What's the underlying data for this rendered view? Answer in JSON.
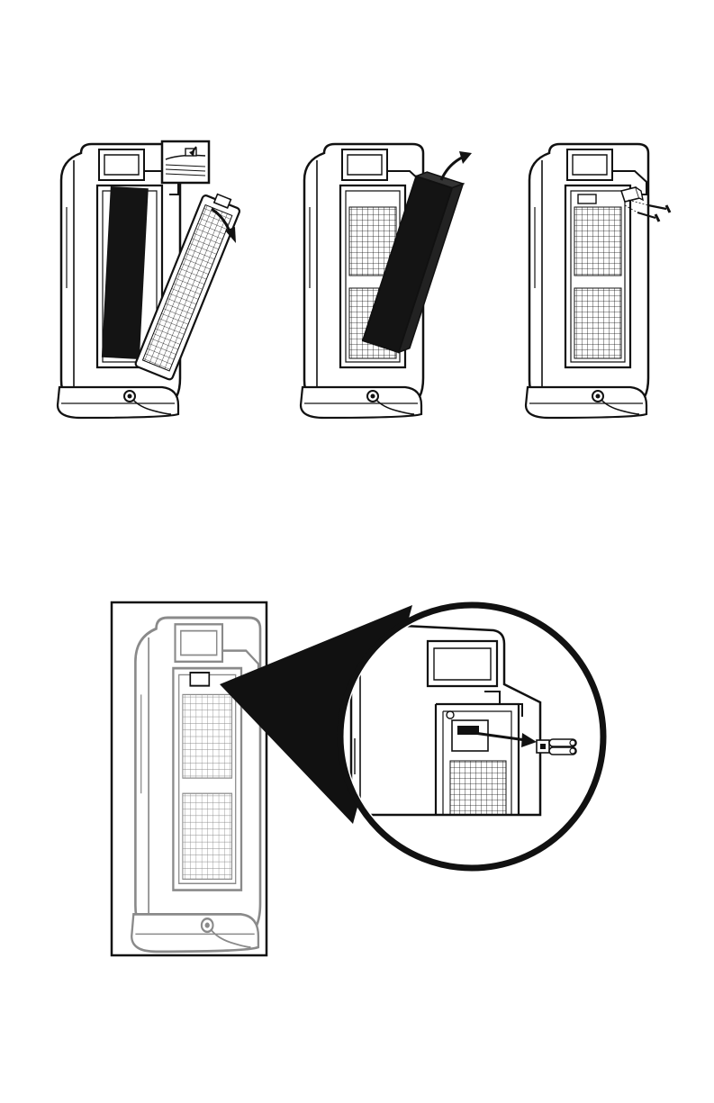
{
  "document": {
    "figure_steps": [
      {
        "step": "remove-front-grille-and-prefilter"
      },
      {
        "step": "remove-carbon-filter"
      },
      {
        "step": "replace-uv-bulb-cover-with-screws"
      }
    ],
    "detail_figure": {
      "subject": "uv-bulb-replacement-zoom"
    }
  },
  "colors": {
    "ink": "#111111",
    "paper": "#ffffff",
    "filter_black": "#141414",
    "faded": "#9a9a9a"
  }
}
